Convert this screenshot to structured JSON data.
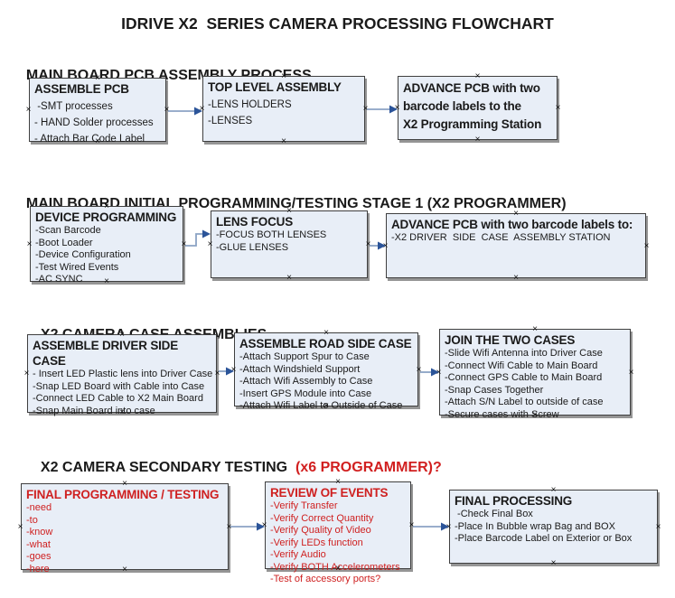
{
  "page_title": "IDRIVE X2  SERIES CAMERA PROCESSING FLOWCHART",
  "icons": {
    "connection_handle": "×"
  },
  "colors": {
    "box_fill": "#e8eef7",
    "box_border": "#3f3f3f",
    "box_shadow": "#828282",
    "connector_line": "#8ba3c4",
    "connector_arrowhead": "#2b5499",
    "red_text": "#cf2121",
    "black_text": "#1a1a1a"
  },
  "sections": [
    {
      "heading": "MAIN BOARD PCB ASSEMBLY PROCESS",
      "heading_suffix": "",
      "boxes": [
        {
          "title": "ASSEMBLE PCB",
          "items": [
            " -SMT processes",
            "- HAND Solder processes",
            "- Attach Bar Code Label"
          ]
        },
        {
          "title": "TOP LEVEL ASSEMBLY",
          "items": [
            "-LENS HOLDERS",
            "-LENSES"
          ]
        },
        {
          "title": "ADVANCE PCB with two\nbarcode labels to the\n X2 Programming Station",
          "items": []
        }
      ]
    },
    {
      "heading": "MAIN BOARD INITIAL PROGRAMMING/TESTING STAGE 1 (X2 PROGRAMMER)",
      "heading_suffix": "",
      "boxes": [
        {
          "title": "DEVICE PROGRAMMING",
          "items": [
            "-Scan Barcode",
            "-Boot Loader",
            "-Device Configuration",
            "-Test Wired Events",
            "-AC SYNC"
          ]
        },
        {
          "title": "LENS FOCUS",
          "items": [
            "-FOCUS BOTH LENSES",
            "-GLUE LENSES"
          ]
        },
        {
          "title": "ADVANCE PCB with two barcode labels to:",
          "items": [
            "-X2 DRIVER  SIDE  CASE  ASSEMBLY STATION"
          ]
        }
      ]
    },
    {
      "heading": "X2 CAMERA CASE ASSEMBLIES",
      "heading_suffix": "",
      "boxes": [
        {
          "title": "ASSEMBLE DRIVER SIDE CASE",
          "items": [
            "- Insert LED Plastic lens into Driver Case",
            "-Snap LED Board with Cable into Case",
            "-Connect LED Cable to X2 Main Board",
            "-Snap Main Board into case"
          ]
        },
        {
          "title": "ASSEMBLE ROAD SIDE CASE",
          "items": [
            "-Attach Support Spur to Case",
            "-Attach Windshield Support",
            "-Attach Wifi Assembly to Case",
            "-Insert GPS Module into Case",
            "-Attach Wifi Label to Outside of Case"
          ]
        },
        {
          "title": "JOIN THE TWO CASES",
          "items": [
            "-Slide Wifi Antenna into Driver Case",
            "-Connect Wifi Cable to Main Board",
            "-Connect GPS Cable to Main Board",
            "-Snap Cases Together",
            "-Attach S/N Label to outside of case",
            "-Secure cases with Screw"
          ]
        }
      ]
    },
    {
      "heading": "X2 CAMERA SECONDARY TESTING  ",
      "heading_suffix": "(x6 PROGRAMMER)?",
      "boxes": [
        {
          "title": "FINAL PROGRAMMING / TESTING",
          "items": [
            "-need",
            "-to",
            "-know",
            "-what",
            "-goes",
            "-here"
          ]
        },
        {
          "title": "REVIEW OF EVENTS",
          "items": [
            "-Verify Transfer",
            "-Verify Correct Quantity",
            "-Verify Quality of Video",
            "-Verify LEDs function",
            "-Verify Audio",
            "-Verify BOTH Accelerometers",
            "-Test of accessory ports?"
          ]
        },
        {
          "title": "FINAL PROCESSING",
          "items": [
            " -Check Final Box",
            "-Place In Bubble wrap Bag and BOX",
            "-Place Barcode Label on Exterior or Box"
          ]
        }
      ]
    }
  ]
}
